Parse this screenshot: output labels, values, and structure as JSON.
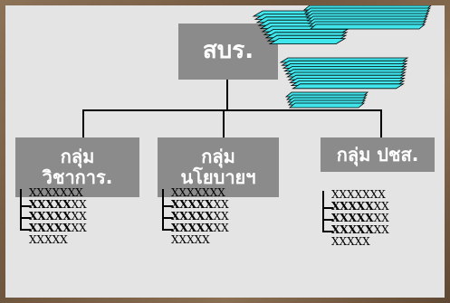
{
  "root": {
    "label": "สบร."
  },
  "groups": [
    {
      "label_line1": "กลุ่ม",
      "label_line2": "วิชาการ.",
      "items": [
        "XXXXXXX",
        "XXXXXXX",
        "XXXXXXX",
        "XXXXXXX",
        "XXXXX"
      ]
    },
    {
      "label_line1": "กลุ่ม",
      "label_line2": "นโยบายฯ",
      "items": [
        "XXXXXXX",
        "XXXXXXX",
        "XXXXXXX",
        "XXXXXXX",
        "XXXXX"
      ]
    },
    {
      "label_line1": "กลุ่ม ปชส.",
      "items": [
        "XXXXXXX",
        "XXXXXXX",
        "XXXXXXX",
        "XXXXXXX",
        "XXXXX"
      ]
    }
  ],
  "colors": {
    "box": "#8b8b8b",
    "box_text": "#ffffff",
    "slide": "#e4e4e4",
    "paper_fill": "#40e6ec",
    "paper_edge": "#000000"
  },
  "decoration": {
    "papers_icon": "stacked-papers-icon"
  }
}
